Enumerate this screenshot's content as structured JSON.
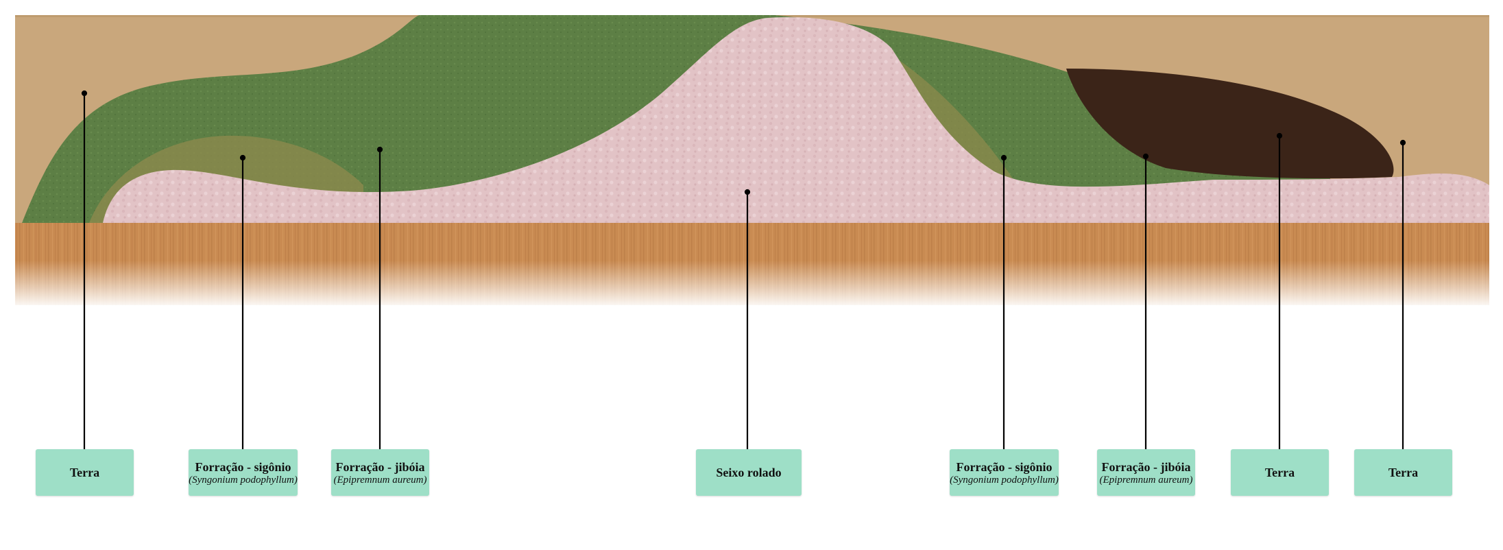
{
  "colors": {
    "sand": "#c9a77c",
    "green": "#5d7f45",
    "olive": "#8a8a4a",
    "pink": "#e2c3c6",
    "dark_brown": "#3b2418",
    "wood": "#c98b52",
    "label_bg": "#9edfc7"
  },
  "labels": [
    {
      "id": "terra-1",
      "title": "Terra",
      "subtitle": ""
    },
    {
      "id": "singonio-1",
      "title": "Forração - sigônio",
      "subtitle": "(Syngonium podophyllum)"
    },
    {
      "id": "jiboia-1",
      "title": "Forração - jibóia",
      "subtitle": "(Epipremnum aureum)"
    },
    {
      "id": "seixo",
      "title": "Seixo rolado",
      "subtitle": ""
    },
    {
      "id": "singonio-2",
      "title": "Forração - sigônio",
      "subtitle": "(Syngonium podophyllum)"
    },
    {
      "id": "jiboia-2",
      "title": "Forração - jibóia",
      "subtitle": "(Epipremnum aureum)"
    },
    {
      "id": "terra-2",
      "title": "Terra",
      "subtitle": ""
    },
    {
      "id": "terra-3",
      "title": "Terra",
      "subtitle": ""
    }
  ]
}
